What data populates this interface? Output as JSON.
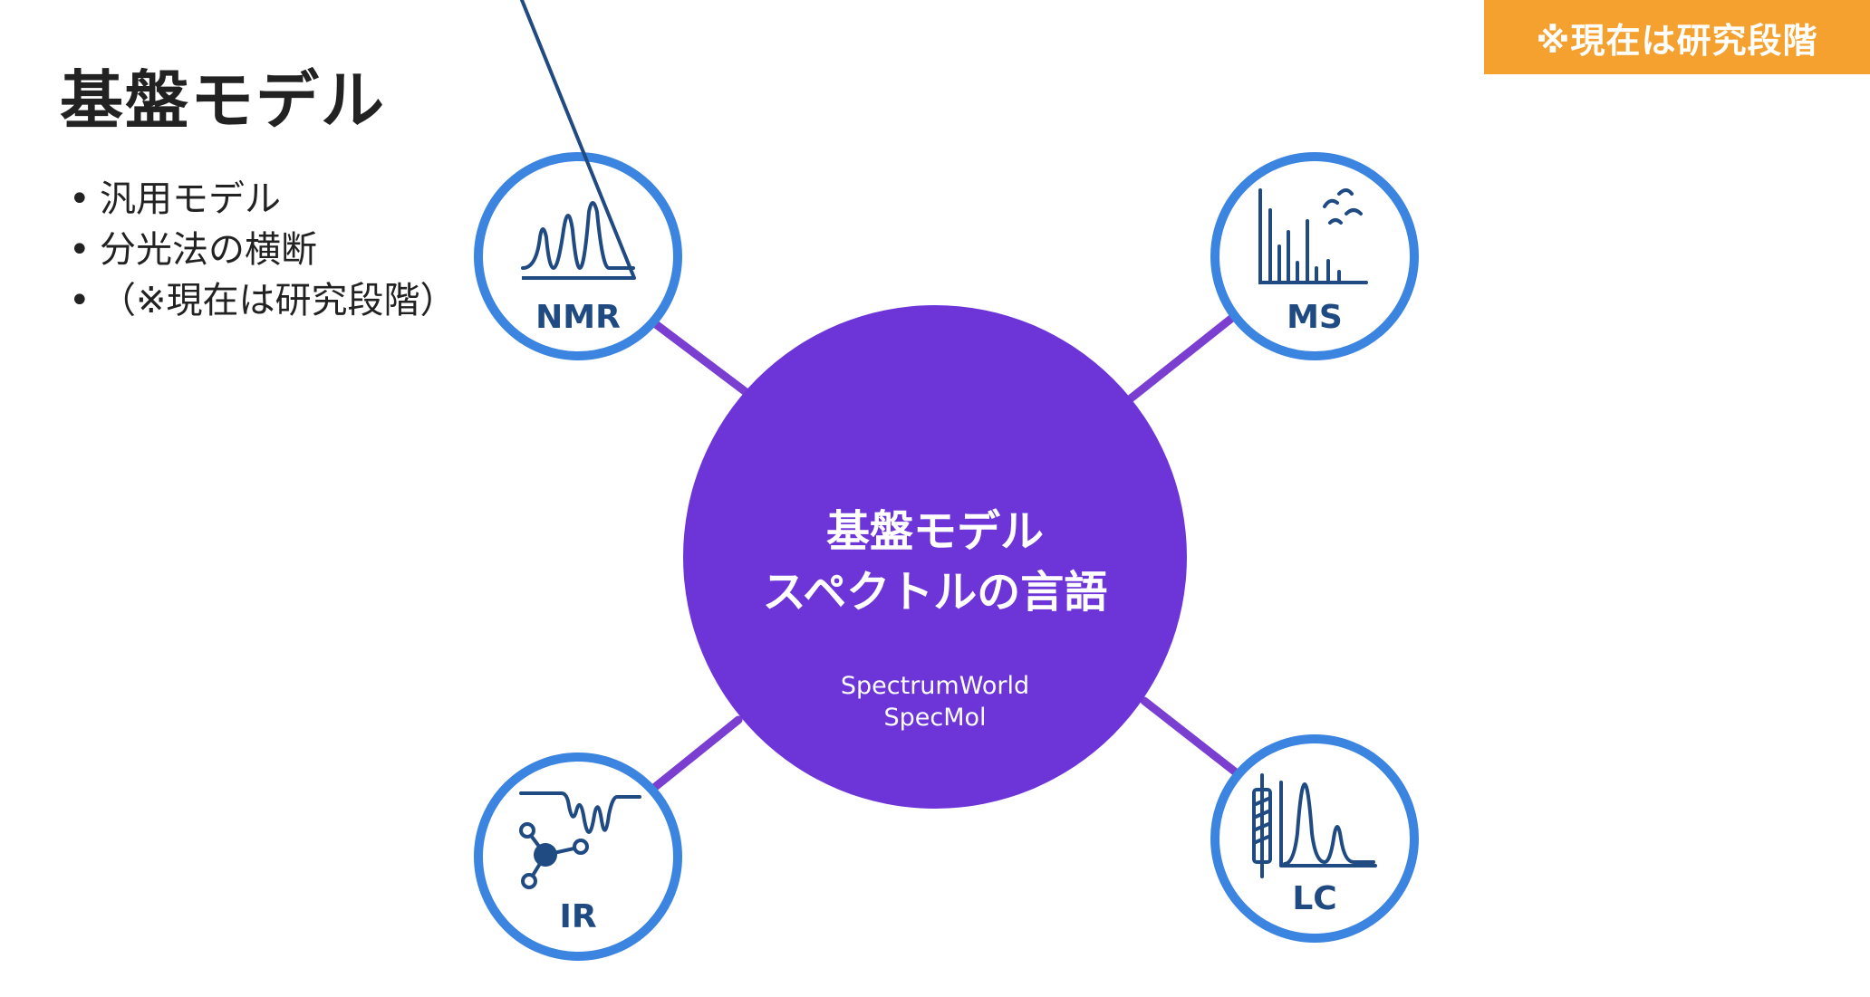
{
  "slide": {
    "title": "基盤モデル",
    "badge": "※現在は研究段階",
    "bullets": [
      "汎用モデル",
      "分光法の横断",
      "（※現在は研究段階）"
    ]
  },
  "hub": {
    "title_line1": "基盤モデル",
    "title_line2": "スペクトルの言語",
    "sub_line1": "SpectrumWorld",
    "sub_line2": "SpecMol"
  },
  "satellites": {
    "nmr": {
      "label": "NMR",
      "icon": "nmr-spectrum-icon"
    },
    "ms": {
      "label": "MS",
      "icon": "mass-spectrum-icon"
    },
    "ir": {
      "label": "IR",
      "icon": "ir-spectrum-molecule-icon"
    },
    "lc": {
      "label": "LC",
      "icon": "lc-column-chromatogram-icon"
    }
  },
  "colors": {
    "hub": "#6d35d8",
    "connector": "#7a3fd0",
    "ring": "#3b84e0",
    "icon": "#1f4a82",
    "badge": "#f4a12f",
    "text": "#222222"
  }
}
